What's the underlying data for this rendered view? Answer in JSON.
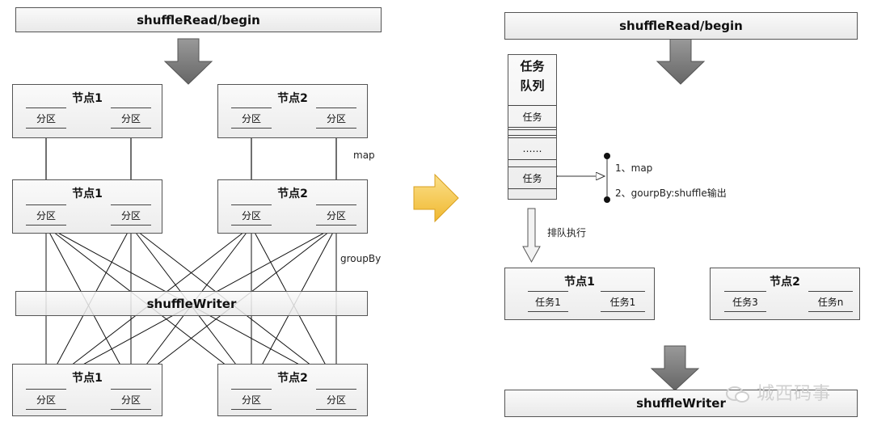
{
  "left": {
    "top_bar": "shuffleRead/begin",
    "row1": {
      "node1_title": "节点1",
      "node2_title": "节点2",
      "partition": "分区"
    },
    "map_label": "map",
    "row2": {
      "node1_title": "节点1",
      "node2_title": "节点2",
      "partition": "分区"
    },
    "groupby_label": "groupBy",
    "writer_bar": "shuffleWriter",
    "row3": {
      "node1_title": "节点1",
      "node2_title": "节点2",
      "partition": "分区"
    }
  },
  "right": {
    "top_bar": "shuffleRead/begin",
    "queue": {
      "title_line1": "任务",
      "title_line2": "队列",
      "items": [
        "任务",
        "",
        "……",
        "任务"
      ]
    },
    "steps": [
      "1、map",
      "2、gourpBy:shuffle输出"
    ],
    "queue_exec_label": "排队执行",
    "node1": {
      "title": "节点1",
      "tasks": [
        "任务1",
        "任务1"
      ]
    },
    "node2": {
      "title": "节点2",
      "tasks": [
        "任务3",
        "任务n"
      ]
    },
    "writer_bar": "shuffleWriter"
  },
  "watermark": "城西码事",
  "colors": {
    "bar_fill": "#eeeeee",
    "arrow_fill": "#777777",
    "transition_arrow": "#f5c842",
    "line": "#111111"
  }
}
